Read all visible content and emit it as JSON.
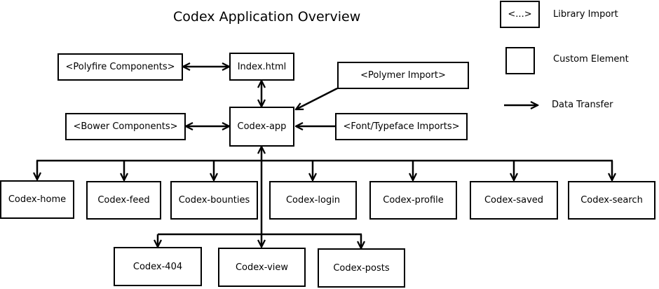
{
  "title": "Codex Application Overview",
  "legend": {
    "library_symbol": "<...>",
    "library_label": "Library Import",
    "custom_label": "Custom Element",
    "data_label": "Data Transfer"
  },
  "imports": {
    "polyfire": "<Polyfire Components>",
    "bower": "<Bower Components>",
    "polymer": "<Polymer Import>",
    "font": "<Font/Typeface Imports>"
  },
  "elements": {
    "index": "Index.html",
    "app": "Codex-app",
    "home": "Codex-home",
    "feed": "Codex-feed",
    "bounties": "Codex-bounties",
    "login": "Codex-login",
    "profile": "Codex-profile",
    "saved": "Codex-saved",
    "search": "Codex-search",
    "e404": "Codex-404",
    "view": "Codex-view",
    "posts": "Codex-posts"
  }
}
